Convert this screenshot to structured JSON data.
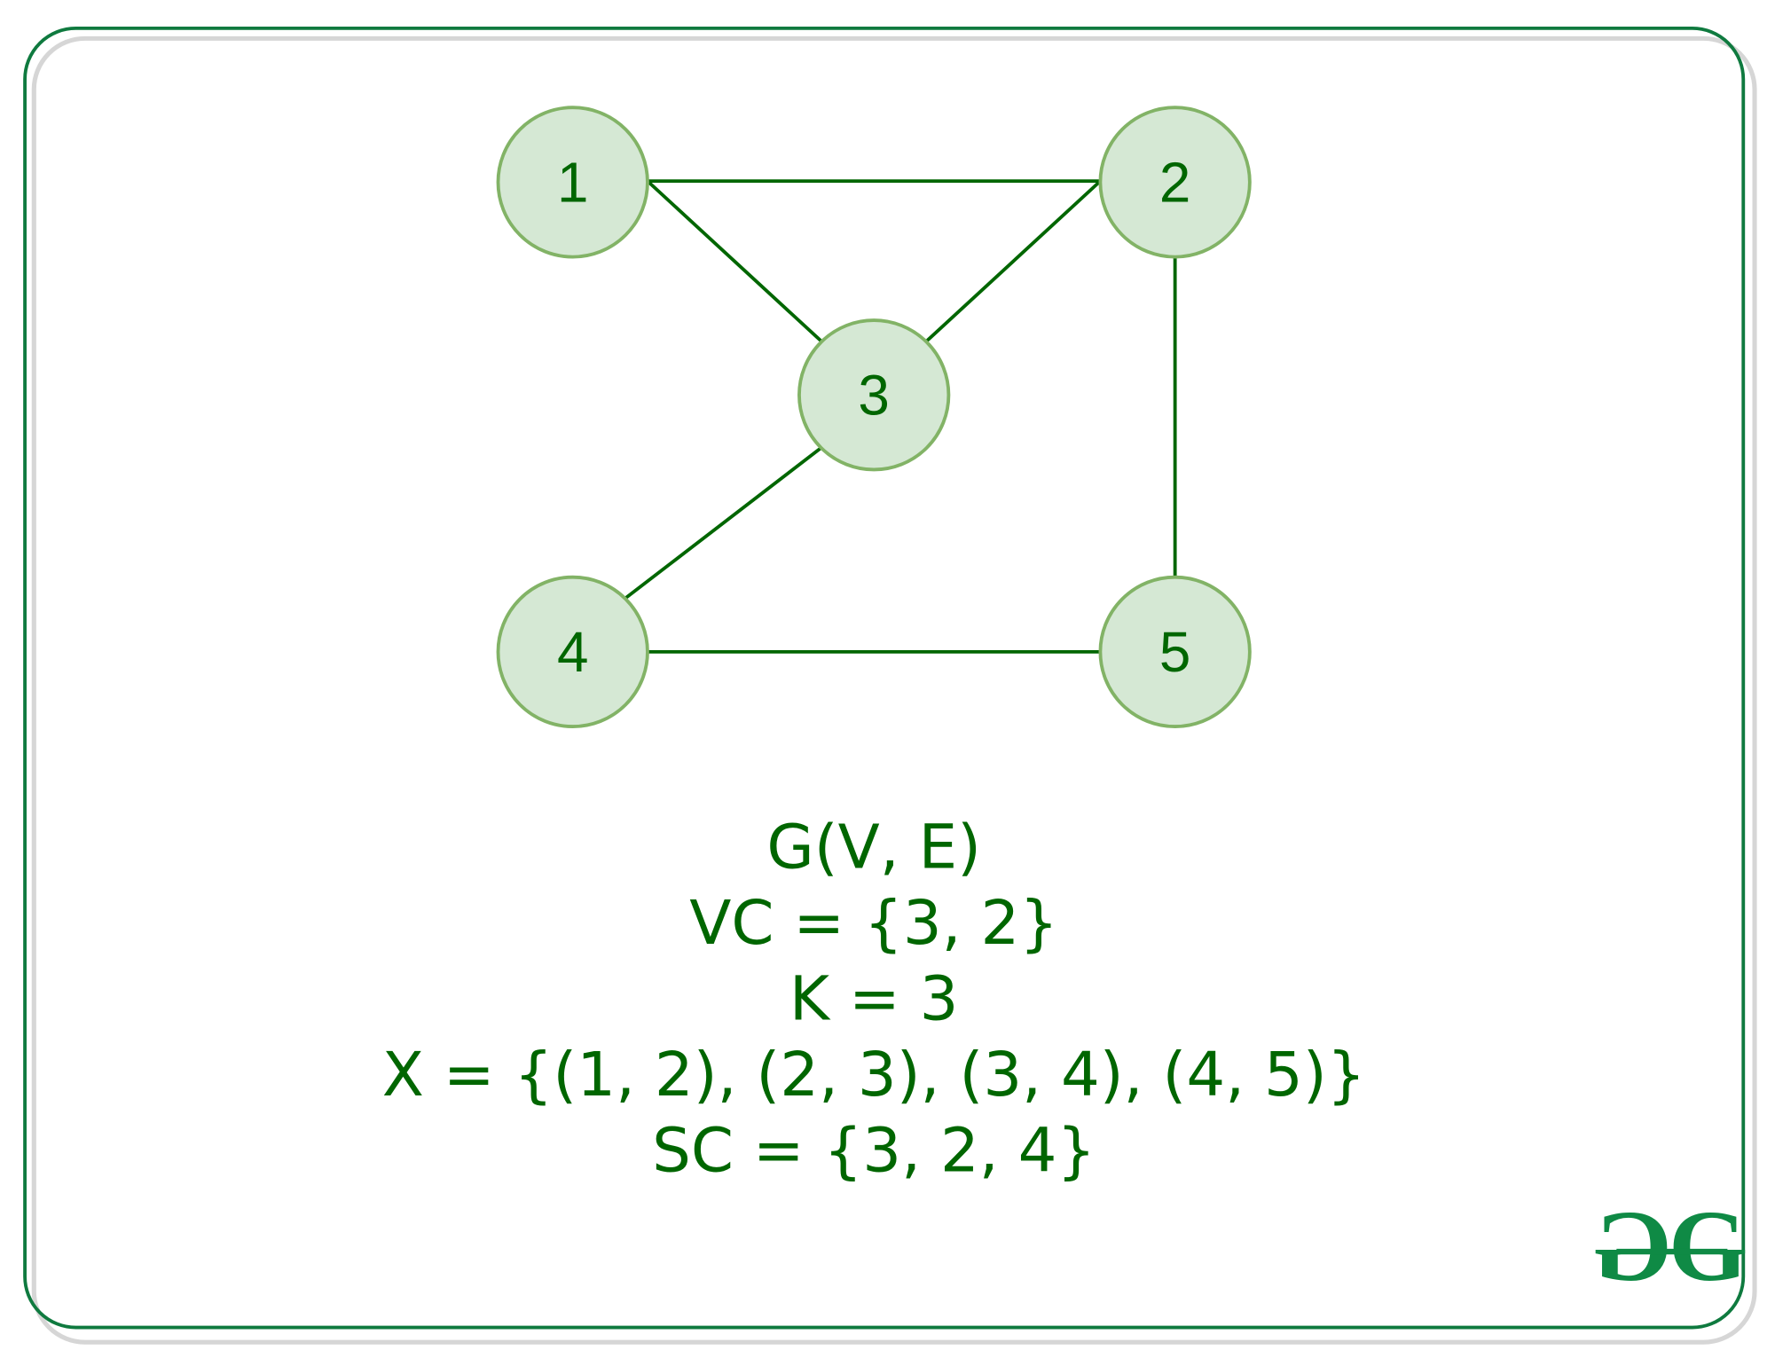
{
  "graph": {
    "nodes": [
      {
        "id": "1",
        "label": "1"
      },
      {
        "id": "2",
        "label": "2"
      },
      {
        "id": "3",
        "label": "3"
      },
      {
        "id": "4",
        "label": "4"
      },
      {
        "id": "5",
        "label": "5"
      }
    ],
    "edges": [
      [
        "1",
        "2"
      ],
      [
        "1",
        "3"
      ],
      [
        "2",
        "3"
      ],
      [
        "3",
        "4"
      ],
      [
        "2",
        "5"
      ],
      [
        "4",
        "5"
      ]
    ]
  },
  "equations": [
    "G(V, E)",
    "VC = {3, 2}",
    "K = 3",
    "X = {(1, 2), (2, 3), (3, 4), (4, 5)}",
    "SC = {3, 2, 4}"
  ],
  "logo": {
    "text": "GG"
  },
  "colors": {
    "accent": "#006600",
    "node_fill": "#d5e8d4",
    "node_stroke": "#82b366",
    "frame": "#0f7a3f"
  }
}
